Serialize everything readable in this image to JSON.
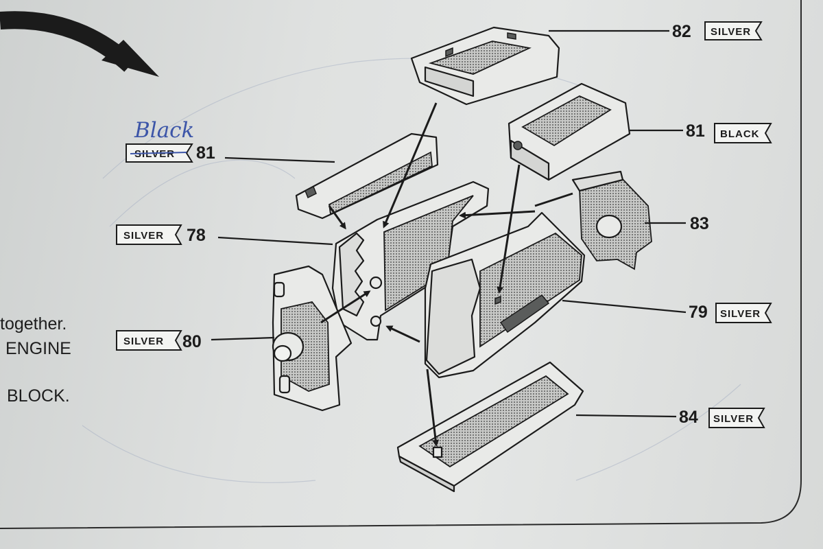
{
  "instructions": {
    "line1": "together.",
    "line2": "ENGINE",
    "line3": "BLOCK."
  },
  "handwritten_note": "Black",
  "parts": [
    {
      "id": "82",
      "color": "SILVER",
      "struck": false
    },
    {
      "id": "81",
      "color": "BLACK",
      "struck": false
    },
    {
      "id": "81",
      "color": "SILVER",
      "struck": true
    },
    {
      "id": "78",
      "color": "SILVER",
      "struck": false
    },
    {
      "id": "83",
      "color": "",
      "struck": false
    },
    {
      "id": "79",
      "color": "SILVER",
      "struck": false
    },
    {
      "id": "80",
      "color": "SILVER",
      "struck": false
    },
    {
      "id": "84",
      "color": "SILVER",
      "struck": false
    }
  ]
}
